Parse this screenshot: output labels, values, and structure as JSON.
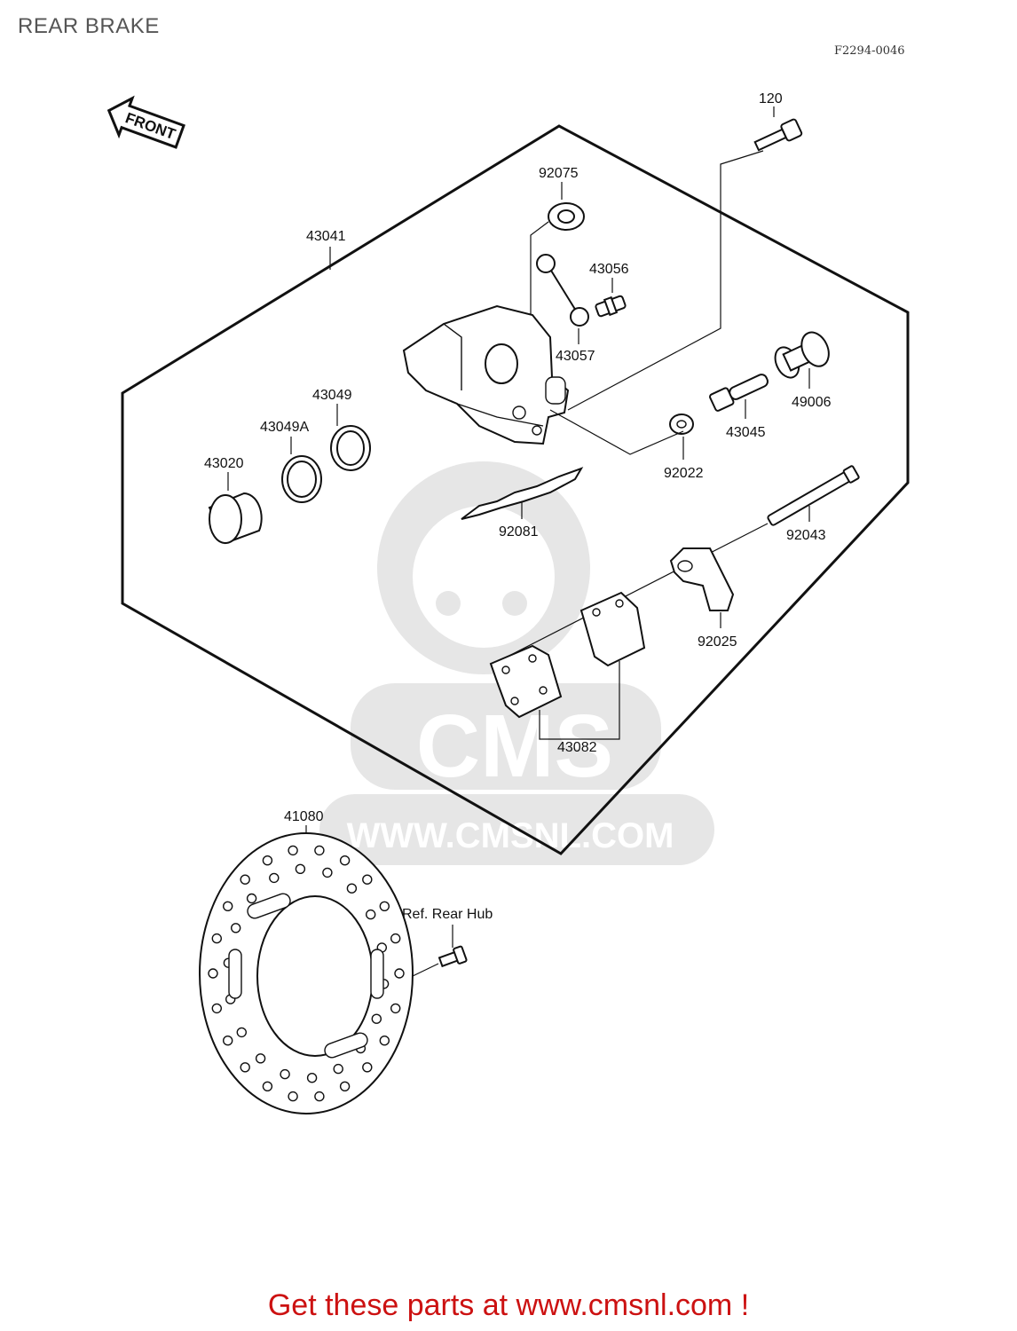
{
  "title": "REAR BRAKE",
  "ref_code": "F2294-0046",
  "front_label": "FRONT",
  "watermark": {
    "brand": "CMS",
    "url": "WWW.CMSNL.COM"
  },
  "parts": [
    {
      "id": "120"
    },
    {
      "id": "92075"
    },
    {
      "id": "43041"
    },
    {
      "id": "43056"
    },
    {
      "id": "43057"
    },
    {
      "id": "43049"
    },
    {
      "id": "43049A"
    },
    {
      "id": "43020"
    },
    {
      "id": "49006"
    },
    {
      "id": "43045"
    },
    {
      "id": "92022"
    },
    {
      "id": "92081"
    },
    {
      "id": "92043"
    },
    {
      "id": "92025"
    },
    {
      "id": "43082"
    },
    {
      "id": "41080"
    }
  ],
  "ref_note": "Ref. Rear Hub",
  "footer_link": "Get these parts at www.cmsnl.com !",
  "colors": {
    "link": "#cc1111",
    "line": "#111111",
    "watermark": "#e6e6e6",
    "title": "#555555"
  }
}
